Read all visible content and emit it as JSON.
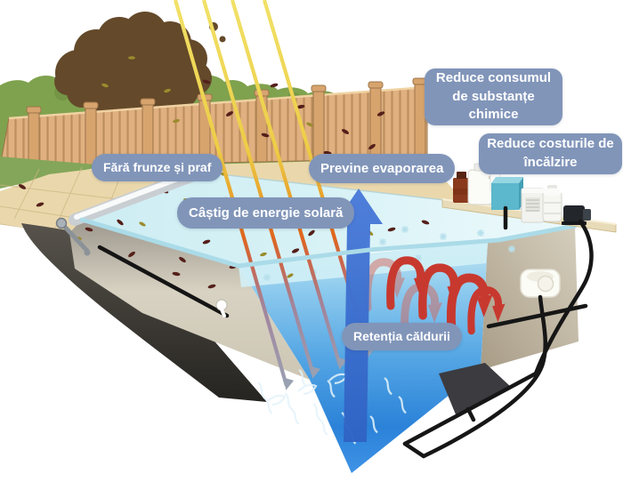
{
  "figure": {
    "type": "infographic-diagram",
    "subject": "Beneficiile unei prelate de piscină (pool cover benefits)"
  },
  "callouts": [
    {
      "id": "no-leaves-label",
      "text": "Fără frunze și praf"
    },
    {
      "id": "solar-gain-label",
      "text": "Câștig de energie solară"
    },
    {
      "id": "prevents-evaporation-label",
      "text": "Previne evaporarea"
    },
    {
      "id": "reduces-chemicals-label",
      "text": "Reduce consumul de substanțe chimice"
    },
    {
      "id": "reduces-heating-label",
      "text": "Reduce costurile de încălzire"
    },
    {
      "id": "heat-retention-label",
      "text": "Retenția căldurii"
    }
  ],
  "colors": {
    "callout_bg": "#8195b9",
    "callout_text": "#ffffff",
    "pool_cover": "#d8f1f6",
    "water_deep": "#2b82d8",
    "sun_ray_yellow": "#f1e167",
    "sun_ray_orange": "#e0671c",
    "heat_arrow_red": "#c7392f",
    "evaporation_arrow_blue": "#3f6fd0",
    "fence_wood": "#e0b080",
    "hedge_green": "#7fa24e",
    "tree_brown": "#64492a",
    "deck_beige": "#ead8ac"
  }
}
